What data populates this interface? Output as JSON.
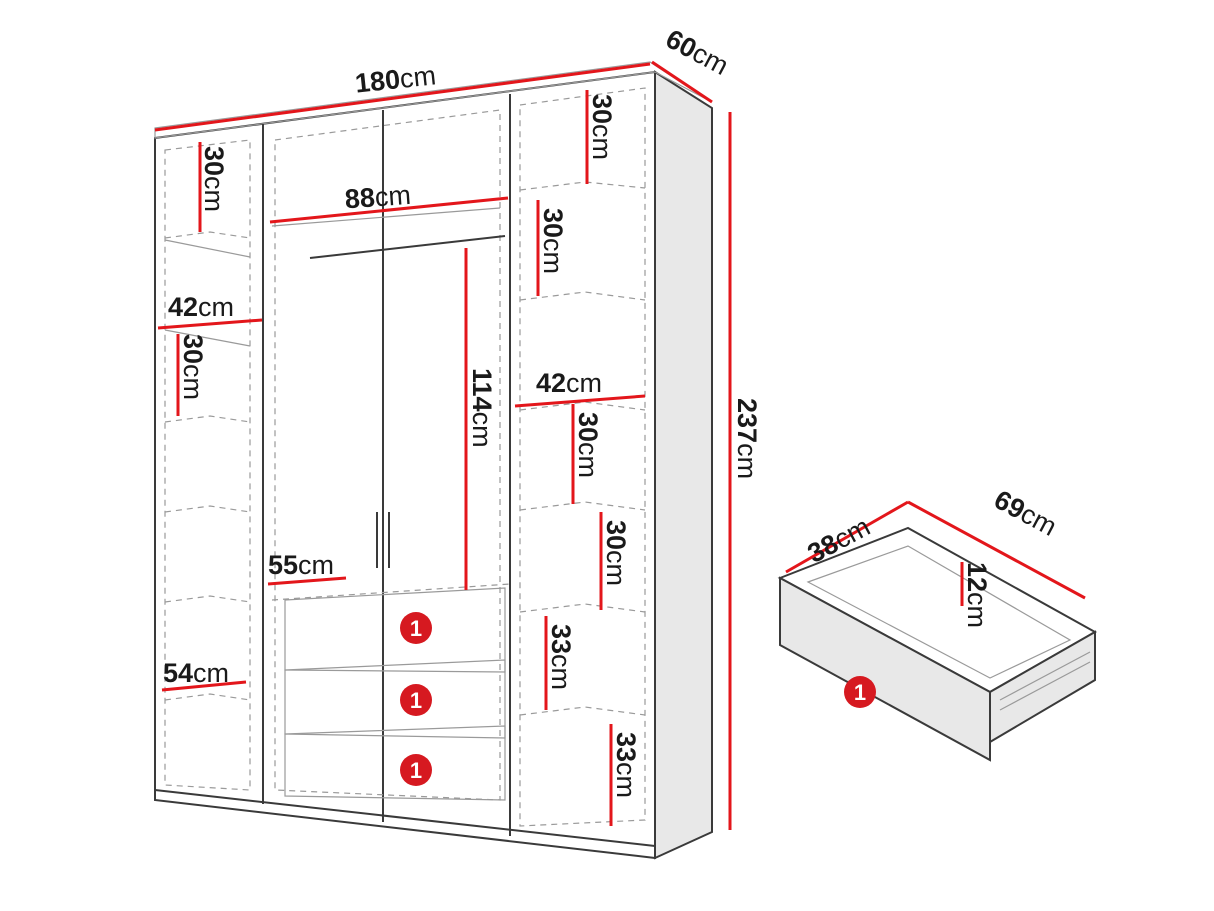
{
  "wardrobe": {
    "width": "180",
    "depth": "60",
    "height": "237",
    "hanging_width": "88",
    "hanging_height": "114",
    "left_shelf_1": "30",
    "left_shelf_2": "30",
    "left_shelf_width": "42",
    "left_bottom_width": "54",
    "drawer_area_width": "55",
    "right_shelf_1": "30",
    "right_shelf_2": "30",
    "right_shelf_3": "30",
    "right_shelf_4": "30",
    "right_shelf_width": "42",
    "right_shelf_5": "33",
    "right_shelf_6": "33",
    "drawer_badges": [
      "1",
      "1",
      "1"
    ]
  },
  "drawer": {
    "width": "38",
    "depth": "69",
    "height": "12",
    "badge": "1"
  },
  "unit": "cm",
  "colors": {
    "dimension_line": "#e3161b",
    "badge": "#d61920",
    "outline": "#3a3a3a"
  }
}
